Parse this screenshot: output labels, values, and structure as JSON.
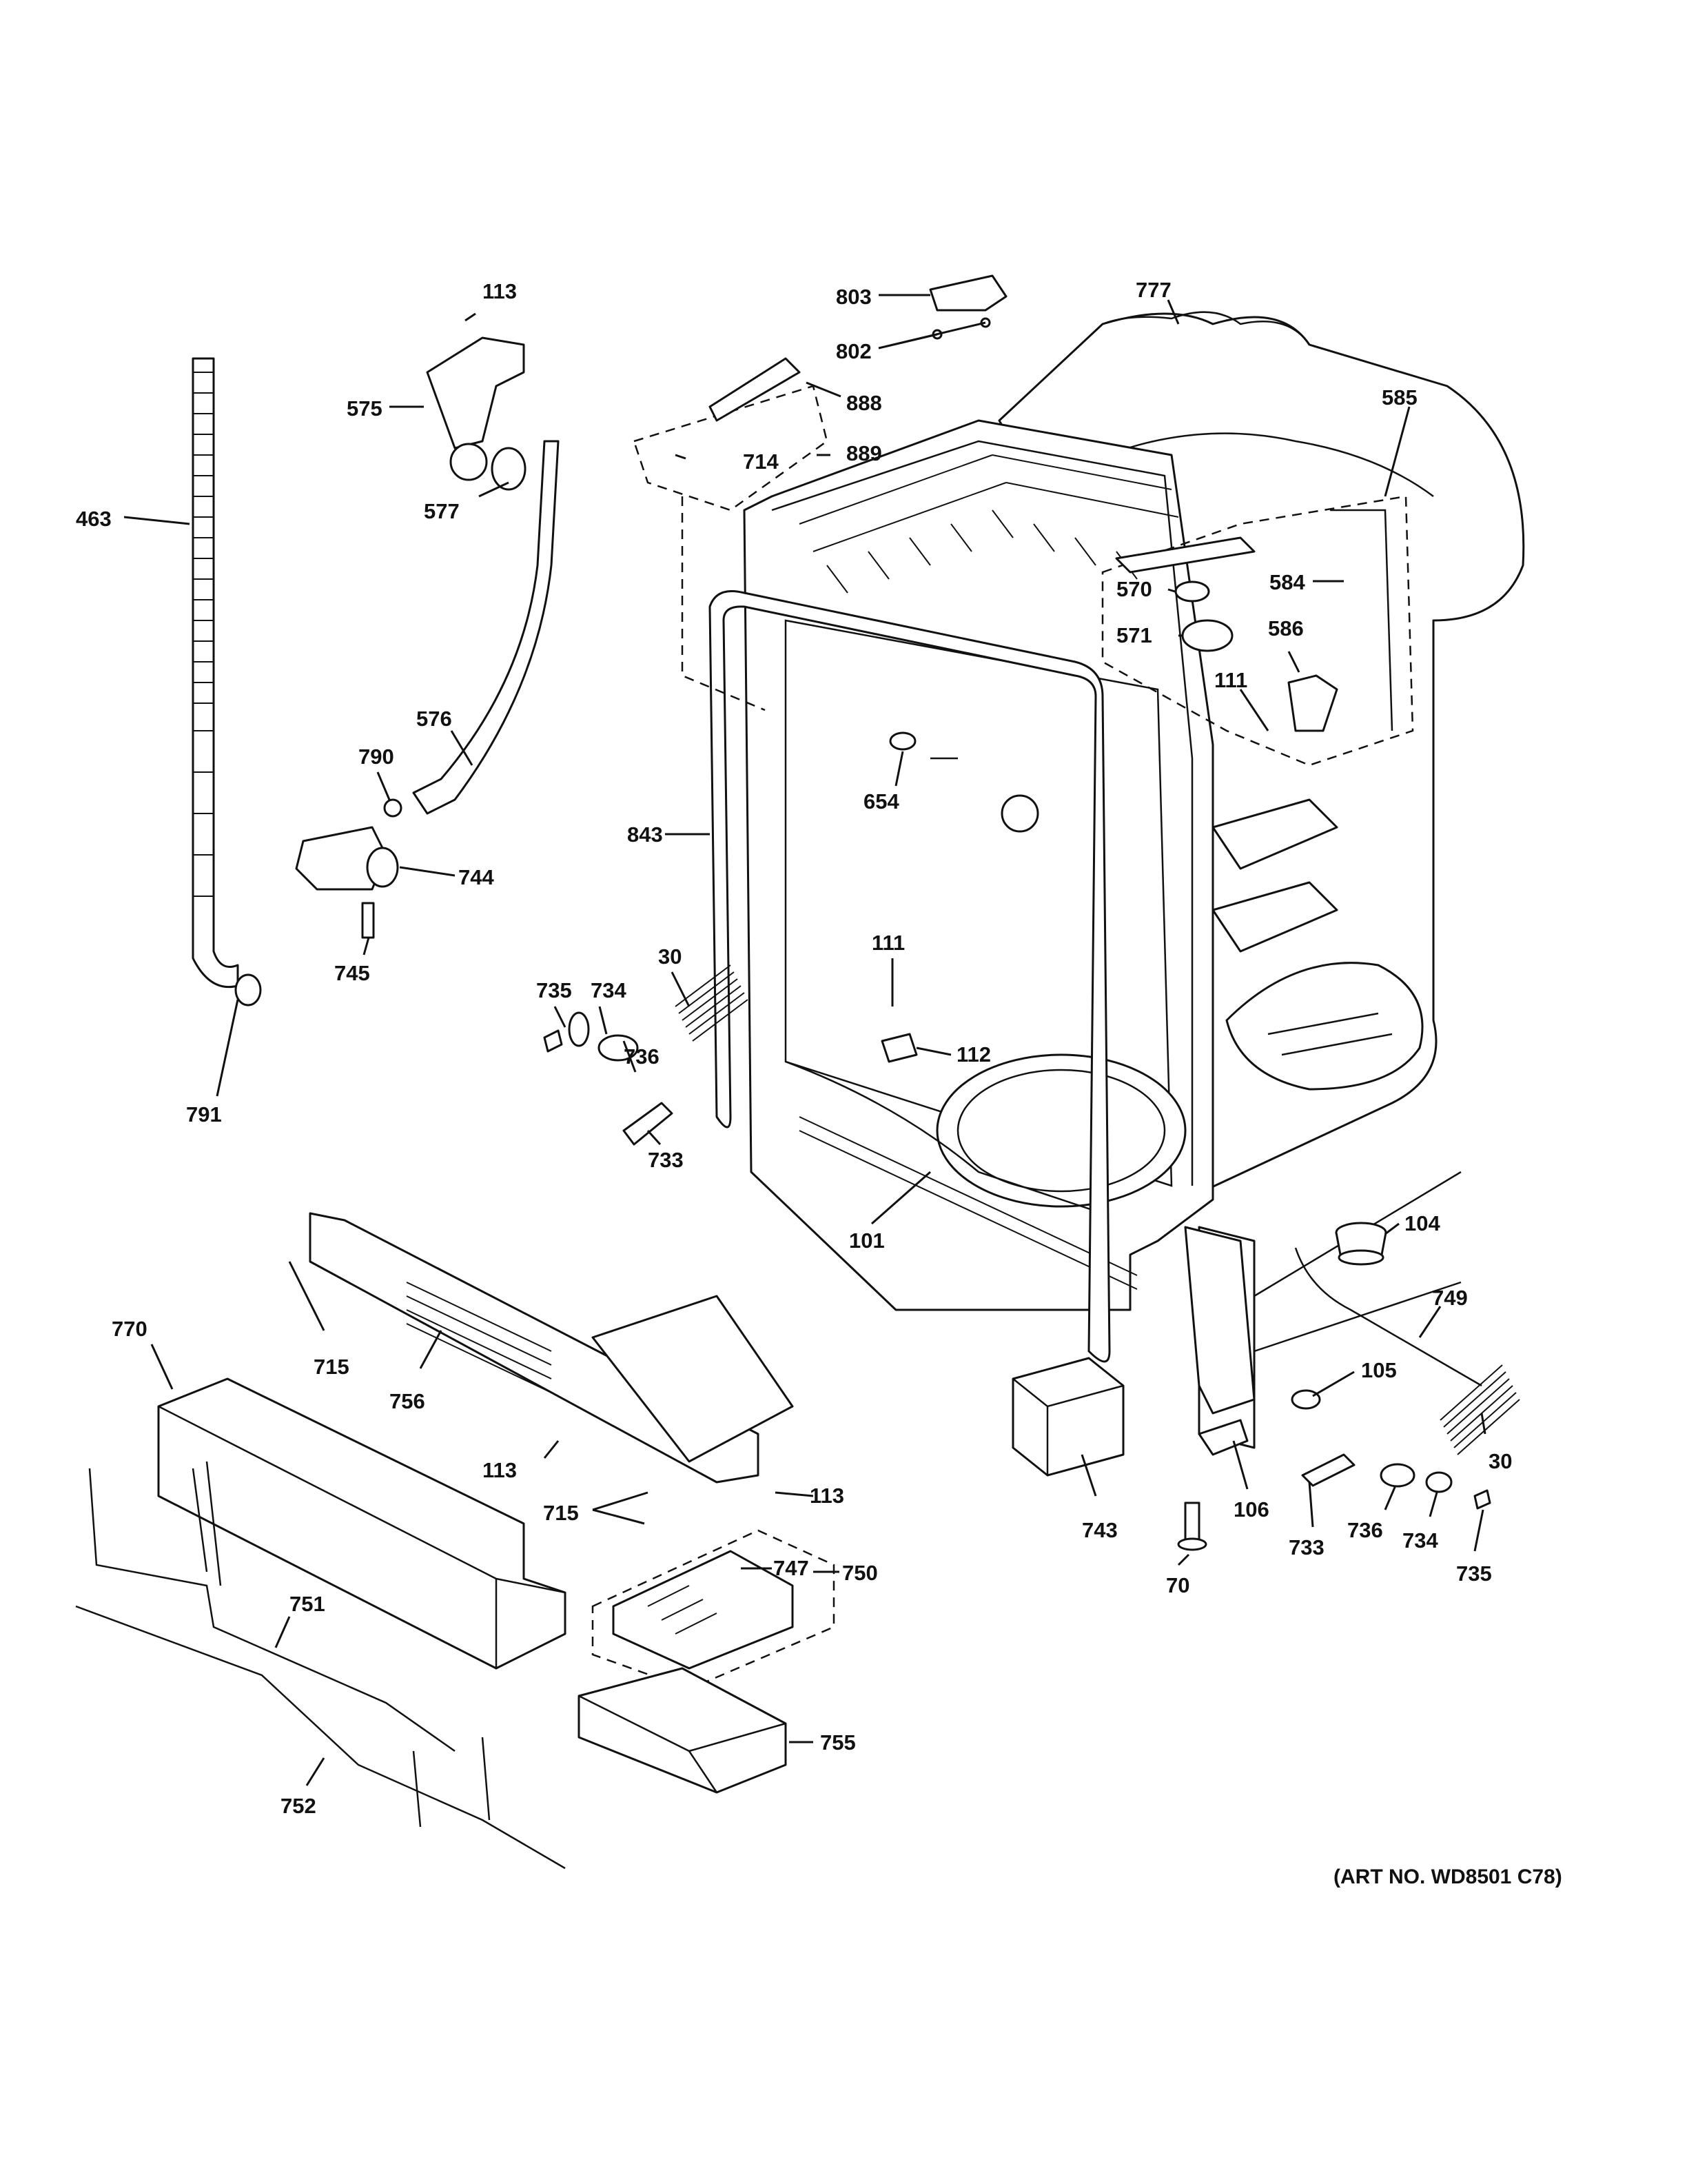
{
  "art_number": "(ART NO. WD8501 C78)",
  "callouts": [
    "113",
    "803",
    "777",
    "802",
    "888",
    "575",
    "714",
    "889",
    "585",
    "577",
    "463",
    "570",
    "584",
    "571",
    "586",
    "111",
    "576",
    "654",
    "790",
    "843",
    "744",
    "745",
    "111",
    "30",
    "735",
    "734",
    "112",
    "736",
    "733",
    "101",
    "104",
    "791",
    "749",
    "770",
    "715",
    "756",
    "105",
    "113",
    "30",
    "715",
    "113",
    "743",
    "106",
    "747",
    "750",
    "733",
    "736",
    "734",
    "735",
    "70",
    "751",
    "755",
    "752"
  ]
}
